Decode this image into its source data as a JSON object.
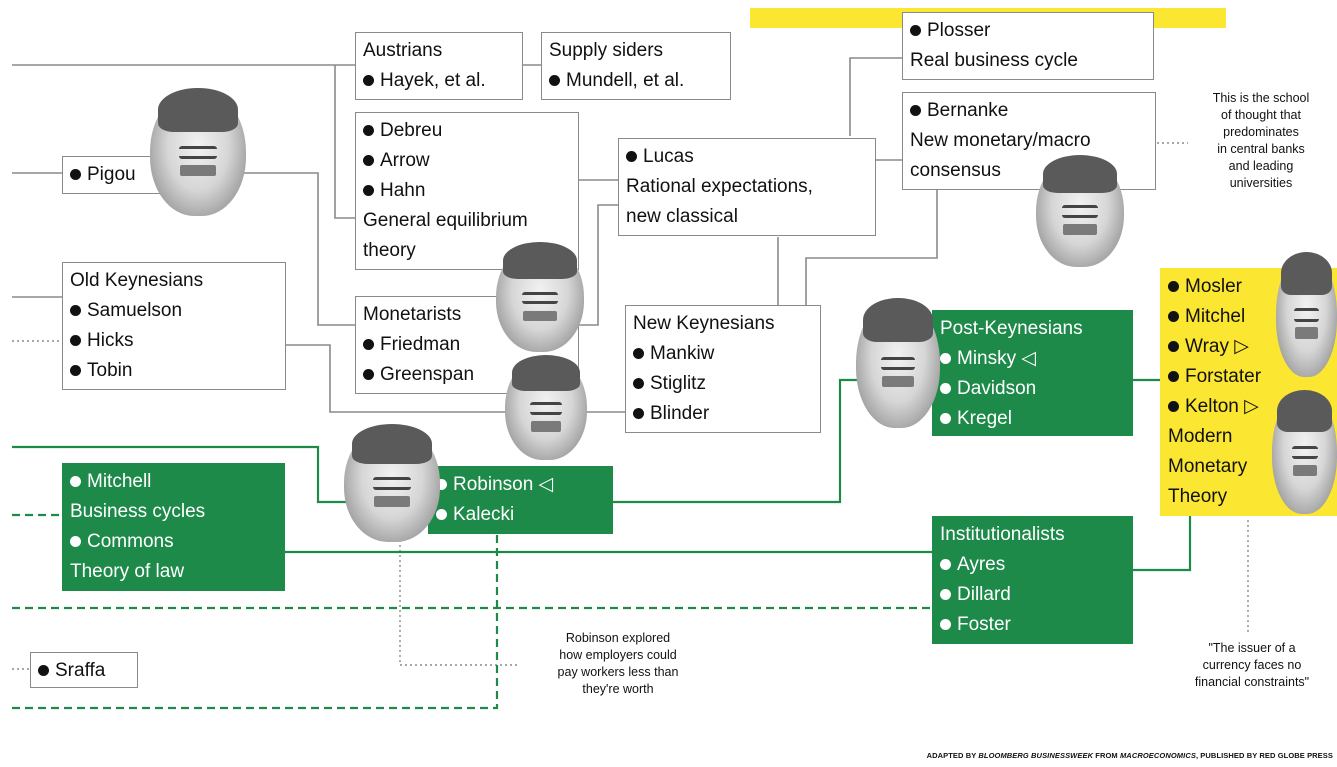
{
  "boxes": {
    "austrians": {
      "title": "Austrians",
      "items": [
        "Hayek, et al."
      ]
    },
    "supply_siders": {
      "title": "Supply siders",
      "items": [
        "Mundell, et al."
      ]
    },
    "plosser": {
      "items": [
        "Plosser"
      ],
      "caption": "Real business cycle"
    },
    "bernanke": {
      "items": [
        "Bernanke"
      ],
      "caption": [
        "New monetary/macro",
        "consensus"
      ]
    },
    "general_equilibrium": {
      "items": [
        "Debreu",
        "Arrow",
        "Hahn"
      ],
      "caption": [
        "General equilibrium",
        "theory"
      ]
    },
    "lucas": {
      "items": [
        "Lucas"
      ],
      "caption": [
        "Rational expectations,",
        "new classical"
      ]
    },
    "pigou": {
      "items": [
        "Pigou"
      ]
    },
    "old_keynesians": {
      "title": "Old Keynesians",
      "items": [
        "Samuelson",
        "Hicks",
        "Tobin"
      ]
    },
    "monetarists": {
      "title": "Monetarists",
      "items": [
        "Friedman",
        "Greenspan"
      ]
    },
    "new_keynesians": {
      "title": "New Keynesians",
      "items": [
        "Mankiw",
        "Stiglitz",
        "Blinder"
      ]
    },
    "post_keynesians": {
      "title": "Post-Keynesians",
      "items": [
        "Minsky ◁",
        "Davidson",
        "Kregel"
      ]
    },
    "mmt": {
      "items": [
        "Mosler",
        "Mitchel",
        "Wray ▷",
        "Forstater",
        "Kelton ▷"
      ],
      "caption": [
        "Modern",
        "Monetary",
        "Theory"
      ]
    },
    "mitchell": {
      "items": [
        "Mitchell"
      ],
      "caption1": "Business cycles",
      "items2": [
        "Commons"
      ],
      "caption2": "Theory of law"
    },
    "robinson": {
      "items": [
        "Robinson ◁",
        "Kalecki"
      ]
    },
    "institutionalists": {
      "title": "Institutionalists",
      "items": [
        "Ayres",
        "Dillard",
        "Foster"
      ]
    },
    "sraffa": {
      "items": [
        "Sraffa"
      ]
    }
  },
  "notes": {
    "central_banks": [
      "This is the school",
      "of thought that",
      "predominates",
      "in central banks",
      "and leading",
      "universities"
    ],
    "robinson": [
      "Robinson explored",
      "how employers could",
      "pay workers less than",
      "they're worth"
    ],
    "issuer": [
      "\"The issuer of a",
      "currency faces no",
      "financial constraints\""
    ]
  },
  "credit": {
    "prefix": "ADAPTED BY ",
    "source": "BLOOMBERG BUSINESSWEEK",
    "middle": " FROM ",
    "book": "MACROECONOMICS",
    "suffix": ", PUBLISHED BY RED GLOBE PRESS"
  },
  "colors": {
    "green": "#1e8a49",
    "yellow": "#fbe631",
    "line_gray": "#8a8a8a"
  },
  "faces": [
    "portrait",
    "portrait",
    "portrait",
    "portrait",
    "portrait",
    "portrait",
    "portrait",
    "portrait",
    "portrait"
  ]
}
